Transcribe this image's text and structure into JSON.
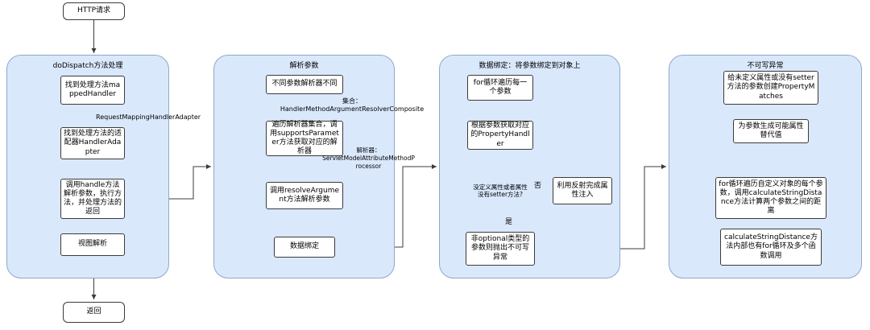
{
  "colors": {
    "lane_fill": "#dae8fc",
    "lane_border": "#8fa8c8",
    "node_fill": "#ffffff",
    "node_border": "#3b3b3b",
    "connector": "#3b3b3b"
  },
  "terminals": {
    "start": "HTTP请求",
    "end": "返回"
  },
  "lanes": [
    {
      "title": "doDispatch方法处理",
      "steps": [
        "找到处理方法mappedHandler",
        "找到处理方法的适配器HandlerAdapter",
        "调用handle方法解析参数，执行方法，并处理方法的返回",
        "视图解析"
      ],
      "edge_label": "RequestMappingHandlerAdapter"
    },
    {
      "title": "解析参数",
      "steps": [
        "不同参数解析器不同",
        "遍历解析器集合，调用supportsParameter方法获取对应的解析器",
        "调用resolveArgument方法解析参数",
        "数据绑定"
      ],
      "collection_label": {
        "prefix": "集合：",
        "value": "HandlerMethodArgumentResolverComposite"
      },
      "resolver_label": {
        "prefix": "解析器：",
        "value": "ServletModelAttributeMethodProcessor"
      }
    },
    {
      "title": "数据绑定：将参数绑定到对象上",
      "steps": [
        "for循环遍历每一个参数",
        "根据参数获取对应的PropertyHandler"
      ],
      "decision": "没定义属性或者属性没有setter方法?",
      "branch_no": "否",
      "branch_yes": "是",
      "no_action": "利用反射完成属性注入",
      "yes_action": "非optional类型的参数则抛出不可写异常"
    },
    {
      "title": "不可写异常",
      "steps": [
        "给未定义属性或没有setter方法的参数创建PropertyMatches",
        "为参数生成可能属性替代值",
        "for循环遍历自定义对象的每个参数，调用calculateStringDistance方法计算两个参数之间的距离",
        "calculateStringDistance方法内部也有for循环及多个函数调用"
      ]
    }
  ]
}
